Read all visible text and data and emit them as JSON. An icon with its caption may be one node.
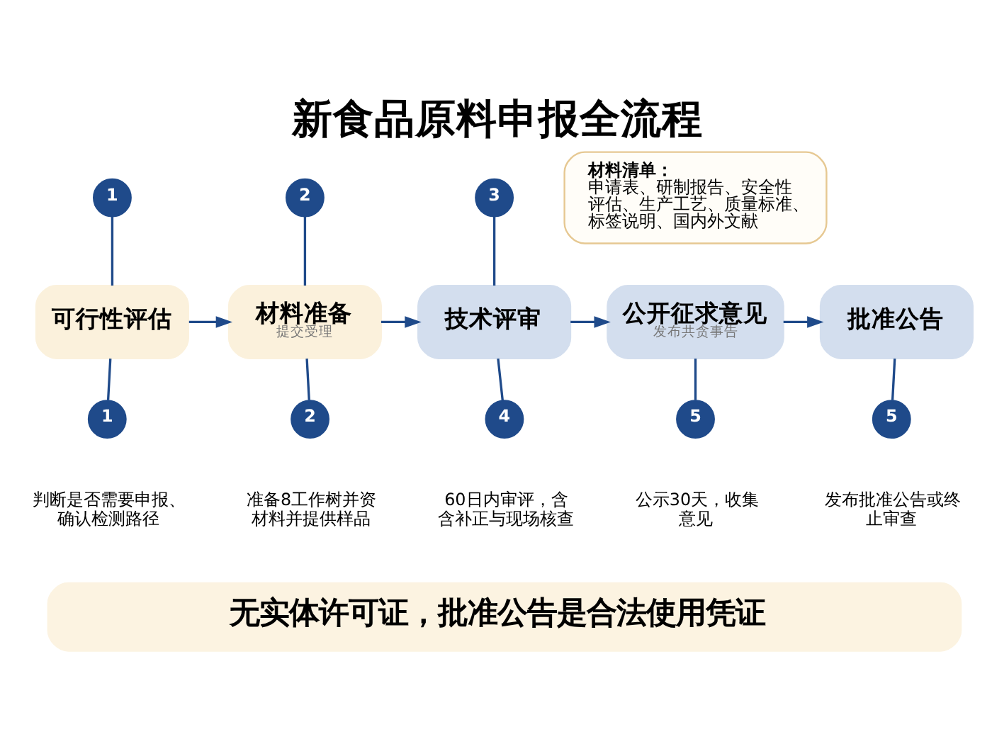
{
  "diagram": {
    "title": "新食品原料申报全流程",
    "nodes": [
      {
        "text": [
          "材料清单：",
          "申请表、研制报告、安全性评估、生产工艺、质量标准、标签说明、国内外文献"
        ]
      },
      {
        "text": [
          "1"
        ]
      },
      {
        "text": [
          "2"
        ]
      },
      {
        "text": [
          "3"
        ]
      },
      {
        "text": [
          "可行性评估"
        ]
      },
      {
        "text": [
          "材料准备",
          "提交受理"
        ]
      },
      {
        "text": [
          "技术评审"
        ]
      },
      {
        "text": [
          "公开征求意见",
          "发布共贪事告"
        ]
      },
      {
        "text": [
          "批准公告"
        ]
      },
      {
        "text": [
          "1"
        ],
        "beside": [
          "判断是否需要申报、确认检测路径"
        ]
      },
      {
        "text": [
          "2"
        ],
        "beside": [
          "准备8工作树并资材料并提供样品"
        ]
      },
      {
        "text": [
          "4"
        ],
        "beside": [
          "60日内审评，含含补正与现场核查"
        ]
      },
      {
        "text": [
          "5"
        ],
        "beside": [
          "公示30天，收集意见"
        ]
      },
      {
        "text": [
          "5"
        ],
        "beside": [
          "发布批准公告或终止审查"
        ]
      },
      {
        "text": [
          "无实体许可证，批准公告是合法使用凭证"
        ]
      }
    ],
    "edges": [
      {
        "from": 1,
        "to": 4,
        "arrow": "none"
      },
      {
        "from": 2,
        "to": 5,
        "arrow": "none"
      },
      {
        "from": 3,
        "to": 6,
        "arrow": "none"
      },
      {
        "from": 4,
        "to": 5,
        "arrow": "to"
      },
      {
        "from": 5,
        "to": 6,
        "arrow": "to"
      },
      {
        "from": 6,
        "to": 7,
        "arrow": "to"
      },
      {
        "from": 7,
        "to": 8,
        "arrow": "to"
      },
      {
        "from": 4,
        "to": 9,
        "arrow": "none"
      },
      {
        "from": 5,
        "to": 10,
        "arrow": "none"
      },
      {
        "from": 6,
        "to": 11,
        "arrow": "none"
      },
      {
        "from": 7,
        "to": 12,
        "arrow": "none"
      },
      {
        "from": 8,
        "to": 13,
        "arrow": "none"
      }
    ]
  }
}
